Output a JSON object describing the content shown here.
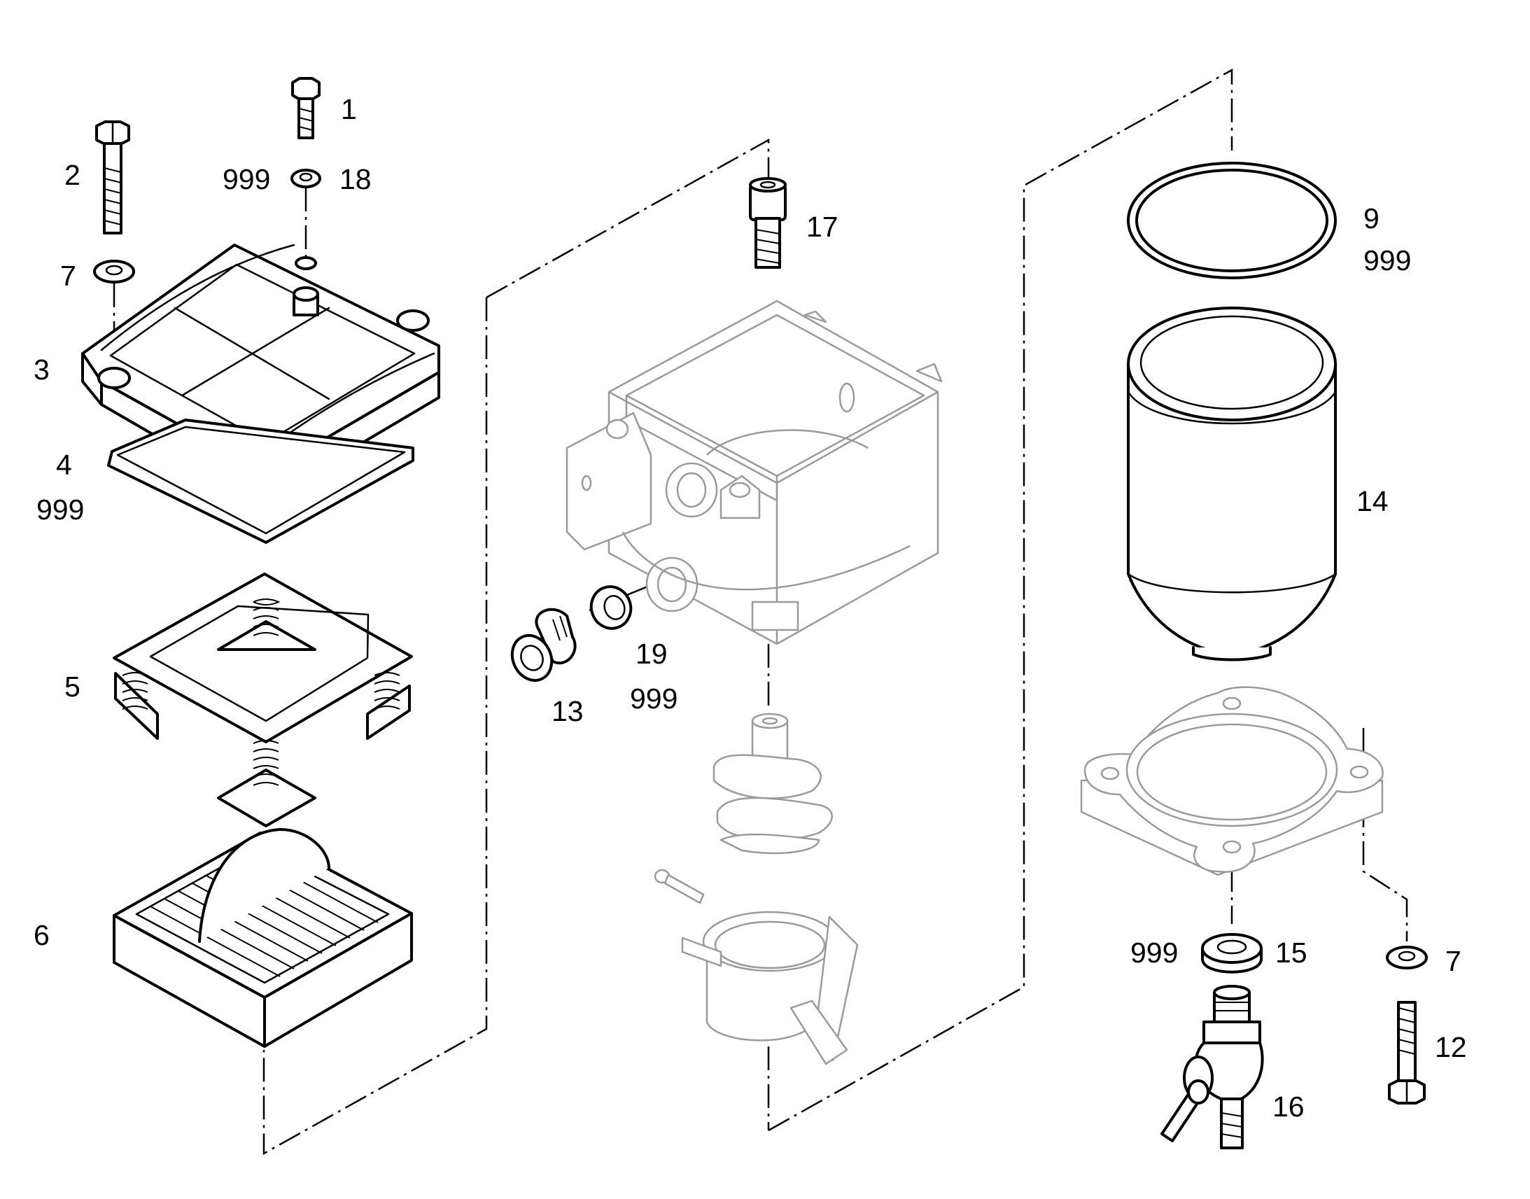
{
  "diagram": {
    "callouts": [
      {
        "id": "c1",
        "text": "1"
      },
      {
        "id": "c2",
        "text": "2"
      },
      {
        "id": "c18",
        "text": "18"
      },
      {
        "id": "c999a",
        "text": "999"
      },
      {
        "id": "c7a",
        "text": "7"
      },
      {
        "id": "c3",
        "text": "3"
      },
      {
        "id": "c4",
        "text": "4"
      },
      {
        "id": "c999b",
        "text": "999"
      },
      {
        "id": "c5",
        "text": "5"
      },
      {
        "id": "c6",
        "text": "6"
      },
      {
        "id": "c17",
        "text": "17"
      },
      {
        "id": "c19",
        "text": "19"
      },
      {
        "id": "c999c",
        "text": "999"
      },
      {
        "id": "c13",
        "text": "13"
      },
      {
        "id": "c9",
        "text": "9"
      },
      {
        "id": "c999d",
        "text": "999"
      },
      {
        "id": "c14",
        "text": "14"
      },
      {
        "id": "c999e",
        "text": "999"
      },
      {
        "id": "c15",
        "text": "15"
      },
      {
        "id": "c7b",
        "text": "7"
      },
      {
        "id": "c12",
        "text": "12"
      },
      {
        "id": "c16",
        "text": "16"
      }
    ]
  }
}
